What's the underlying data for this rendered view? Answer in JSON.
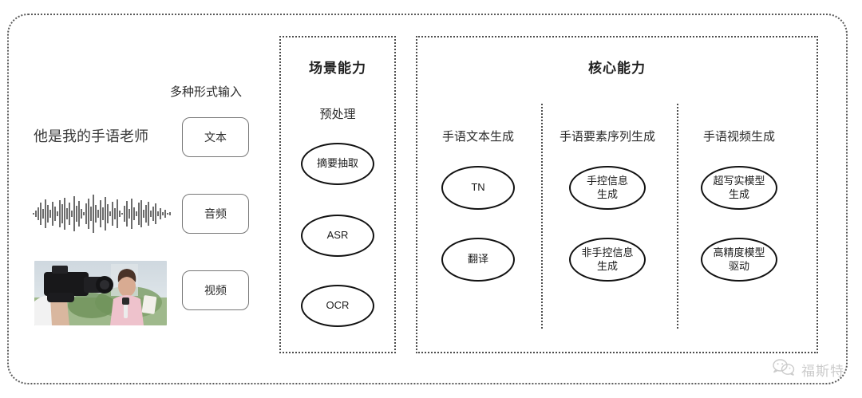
{
  "diagram": {
    "title_hidden": "",
    "input_section": {
      "heading": "多种形式输入",
      "sample_text": "他是我的手语老师",
      "buttons": [
        {
          "label": "文本",
          "name": "text"
        },
        {
          "label": "音频",
          "name": "audio"
        },
        {
          "label": "视频",
          "name": "video"
        }
      ],
      "waveform_alt": "audio-waveform",
      "video_alt": "camera-filming-reporter-photo"
    },
    "scene_panel": {
      "title": "场景能力",
      "subtitle": "预处理",
      "nodes": [
        {
          "label": "摘要抽取"
        },
        {
          "label": "ASR"
        },
        {
          "label": "OCR"
        }
      ]
    },
    "core_panel": {
      "title": "核心能力",
      "columns": [
        {
          "heading": "手语文本生成",
          "nodes": [
            {
              "label": "TN"
            },
            {
              "label": "翻译"
            }
          ]
        },
        {
          "heading": "手语要素序列生成",
          "nodes": [
            {
              "label": "手控信息\n生成"
            },
            {
              "label": "非手控信息\n生成"
            }
          ]
        },
        {
          "heading": "手语视频生成",
          "nodes": [
            {
              "label": "超写实模型\n生成"
            },
            {
              "label": "高精度模型\n驱动"
            }
          ]
        }
      ]
    },
    "watermark": {
      "text": "福斯特",
      "icon": "wechat-icon"
    },
    "colors": {
      "border": "#4d4d4d",
      "node_stroke": "#111111",
      "text": "#2b2b2b",
      "watermark": "#8d8d8d",
      "background": "#ffffff"
    }
  }
}
